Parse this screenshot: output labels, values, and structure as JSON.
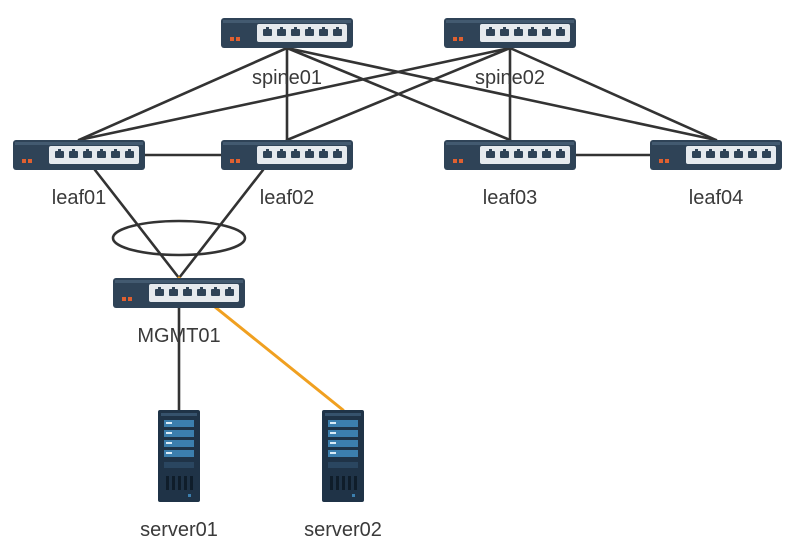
{
  "colors": {
    "link": "#333333",
    "mgmt_link": "#F0A020",
    "switch_body": "#2F4357",
    "switch_panel": "#E6EAEE",
    "port": "#2F4357",
    "indicator": "#E06030",
    "server_body": "#1F3347",
    "server_disk": "#3C7FAE"
  },
  "nodes": {
    "spine01": {
      "label": "spine01",
      "type": "switch",
      "icon": "network-switch-icon"
    },
    "spine02": {
      "label": "spine02",
      "type": "switch",
      "icon": "network-switch-icon"
    },
    "leaf01": {
      "label": "leaf01",
      "type": "switch",
      "icon": "network-switch-icon"
    },
    "leaf02": {
      "label": "leaf02",
      "type": "switch",
      "icon": "network-switch-icon"
    },
    "leaf03": {
      "label": "leaf03",
      "type": "switch",
      "icon": "network-switch-icon"
    },
    "leaf04": {
      "label": "leaf04",
      "type": "switch",
      "icon": "network-switch-icon"
    },
    "mgmt01": {
      "label": "MGMT01",
      "type": "switch",
      "icon": "network-switch-icon"
    },
    "server01": {
      "label": "server01",
      "type": "server",
      "icon": "server-icon"
    },
    "server02": {
      "label": "server02",
      "type": "server",
      "icon": "server-icon"
    }
  },
  "links": [
    {
      "from": "spine01",
      "to": "leaf01"
    },
    {
      "from": "spine01",
      "to": "leaf02"
    },
    {
      "from": "spine01",
      "to": "leaf03"
    },
    {
      "from": "spine01",
      "to": "leaf04"
    },
    {
      "from": "spine02",
      "to": "leaf01"
    },
    {
      "from": "spine02",
      "to": "leaf02"
    },
    {
      "from": "spine02",
      "to": "leaf03"
    },
    {
      "from": "spine02",
      "to": "leaf04"
    },
    {
      "from": "leaf01",
      "to": "leaf02"
    },
    {
      "from": "leaf03",
      "to": "leaf04"
    },
    {
      "from": "leaf01",
      "to": "mgmt01"
    },
    {
      "from": "leaf02",
      "to": "mgmt01"
    },
    {
      "from": "mgmt01",
      "to": "server01"
    },
    {
      "from": "mgmt01",
      "to": "server02",
      "style": "mgmt"
    }
  ]
}
